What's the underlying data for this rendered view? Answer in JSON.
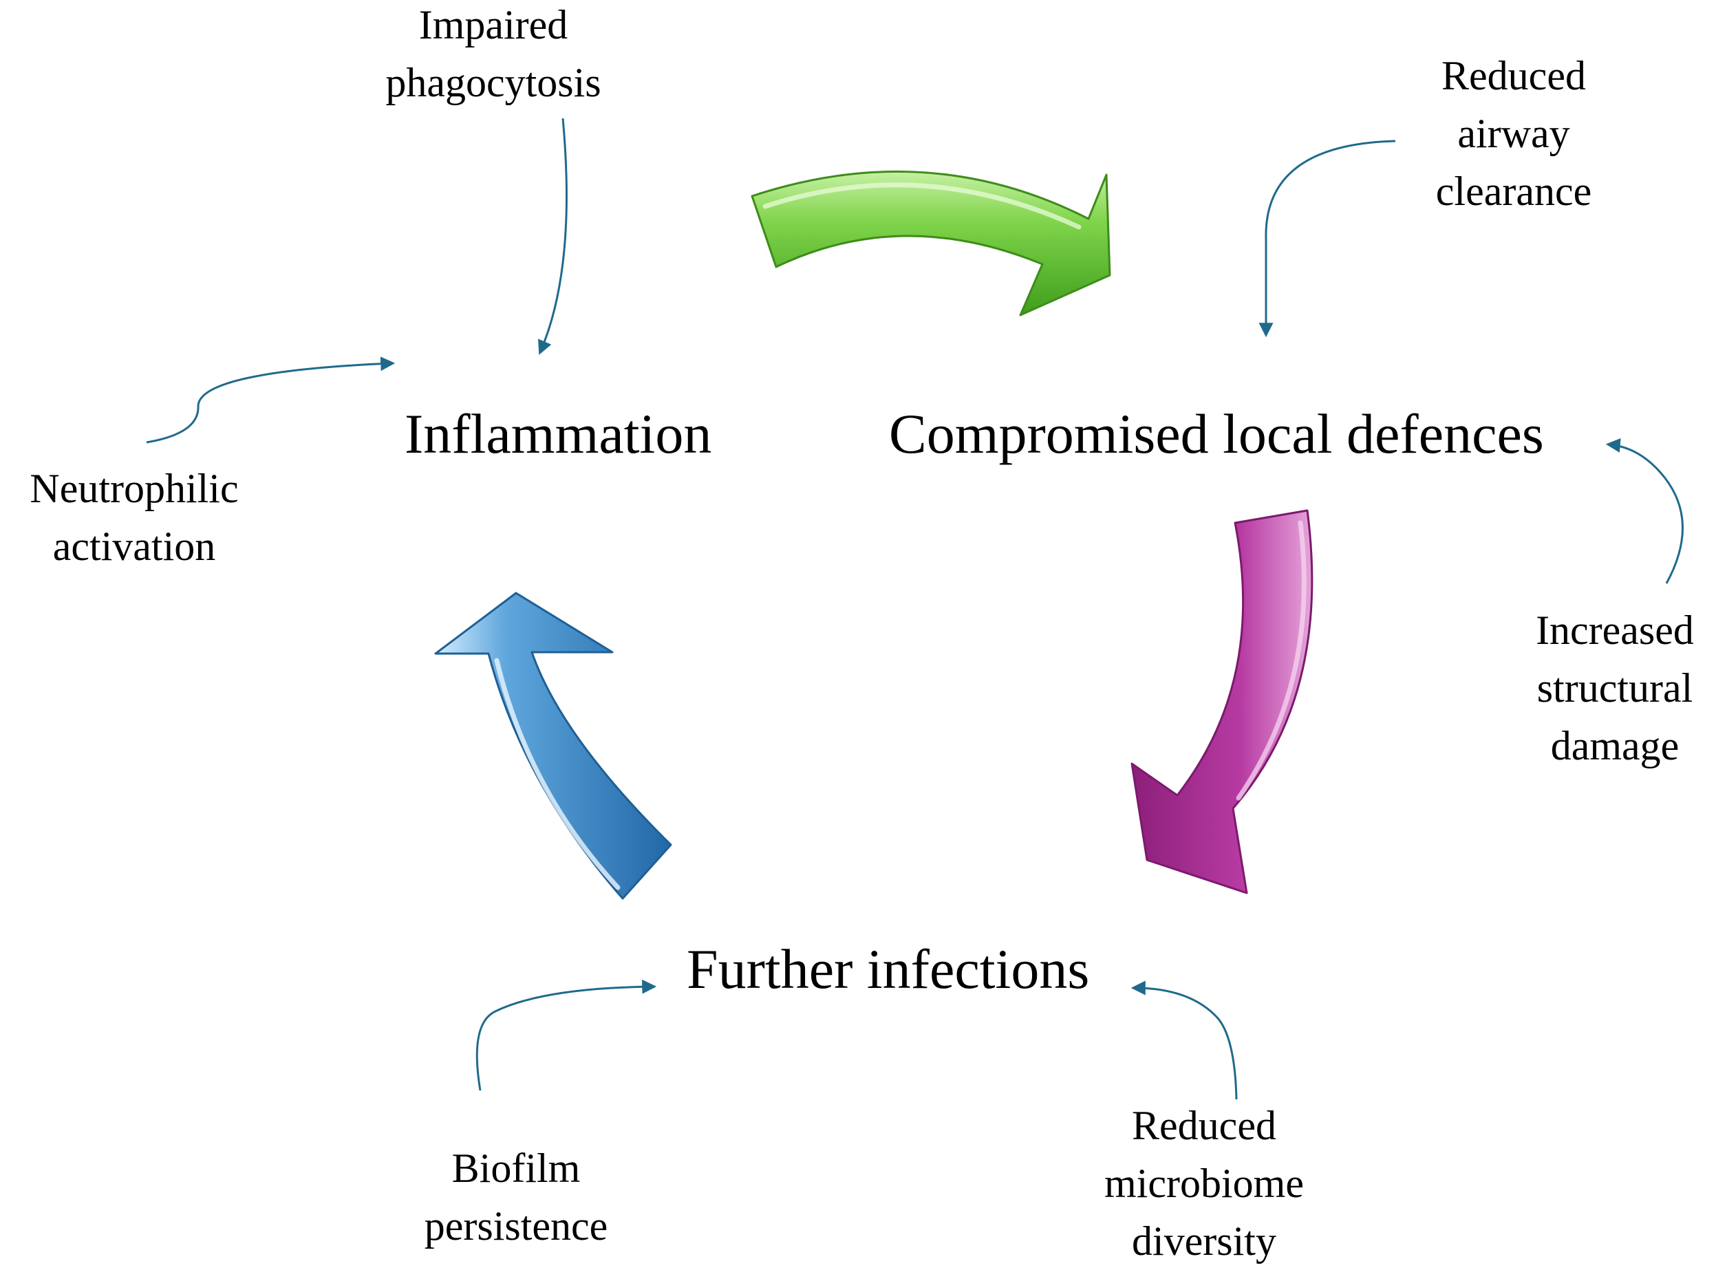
{
  "nodes": {
    "inflammation": "Inflammation",
    "compromised_defences": "Compromised local defences",
    "further_infections": "Further infections"
  },
  "factors": {
    "impaired_phagocytosis": [
      "Impaired",
      "phagocytosis"
    ],
    "neutrophilic_activation": [
      "Neutrophilic",
      "activation"
    ],
    "reduced_airway_clearance": [
      "Reduced",
      "airway",
      "clearance"
    ],
    "increased_structural_damage": [
      "Increased",
      "structural",
      "damage"
    ],
    "biofilm_persistence": [
      "Biofilm",
      "persistence"
    ],
    "reduced_microbiome_diversity": [
      "Reduced",
      "microbiome",
      "diversity"
    ]
  },
  "colors": {
    "cycle_arrow_1": "#5cb82a",
    "cycle_arrow_2": "#a82a94",
    "cycle_arrow_3": "#3a7fbd",
    "connector": "#1f6a8c"
  }
}
